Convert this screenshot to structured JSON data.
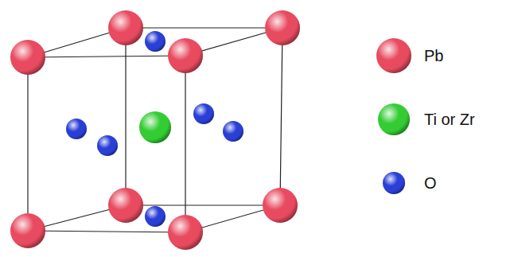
{
  "diagram": {
    "legend": [
      {
        "text": "Pb",
        "color": "#e84a5f"
      },
      {
        "text": "Ti or Zr",
        "color": "#33cc33"
      },
      {
        "text": "O",
        "color": "#2a3fd6"
      }
    ]
  }
}
